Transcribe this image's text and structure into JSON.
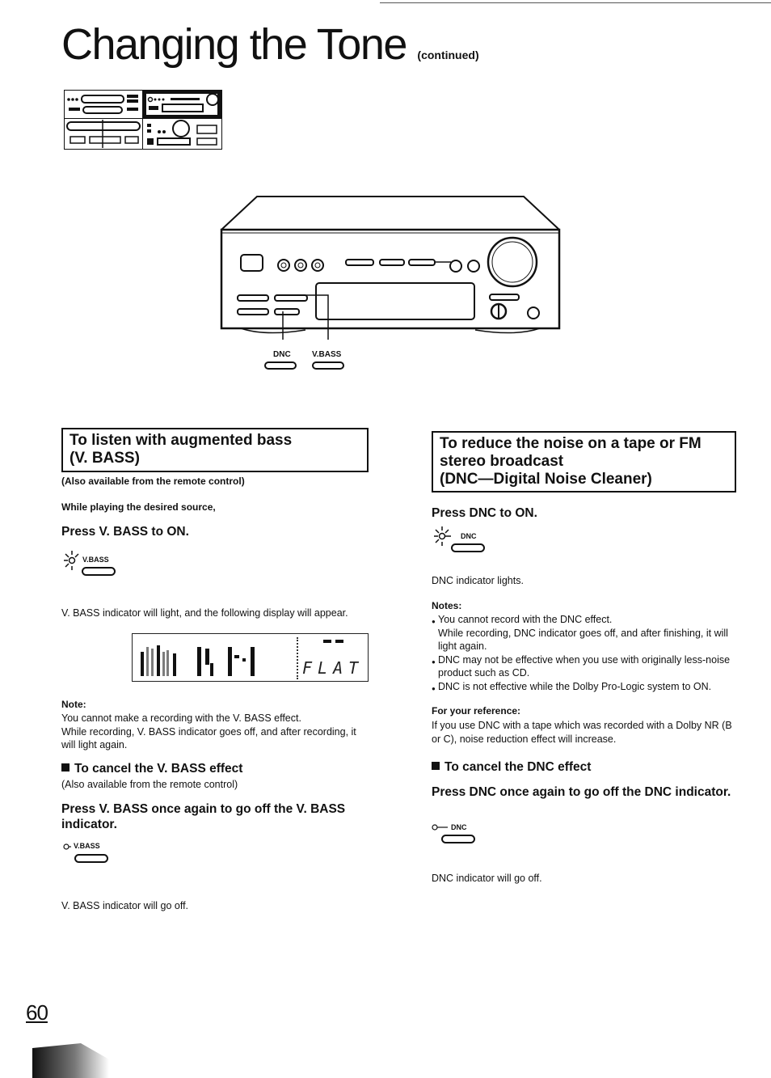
{
  "page": {
    "title": "Changing the Tone",
    "title_suffix": "(continued)",
    "page_number": "60"
  },
  "device": {
    "label_dnc": "DNC",
    "label_vbass": "V.BASS"
  },
  "left": {
    "heading_line1": "To listen with augmented bass",
    "heading_line2": "(V. BASS)",
    "remote_note": "(Also available from the remote control)",
    "while_playing": "While playing the desired source,",
    "step": "Press V. BASS to ON.",
    "button_label": "V.BASS",
    "indicator_text": "V. BASS indicator will light, and the following display will appear.",
    "lcd_flat": "FLAT",
    "note_title": "Note:",
    "note_line1": "You cannot make a recording with the V. BASS effect.",
    "note_line2": "While recording, V. BASS indicator goes off, and after recording, it will light again.",
    "cancel_heading": "To cancel the V. BASS effect",
    "cancel_remote": "(Also available from the remote control)",
    "cancel_step": "Press V. BASS once again to go off the V. BASS indicator.",
    "cancel_button_label": "V.BASS",
    "cancel_result": "V. BASS indicator will go off."
  },
  "right": {
    "heading_line1": "To reduce the noise on a tape or FM",
    "heading_line2": "stereo broadcast",
    "heading_line3": "(DNC—Digital Noise Cleaner)",
    "step": "Press DNC to ON.",
    "button_label": "DNC",
    "indicator_text": "DNC indicator lights.",
    "notes_title": "Notes:",
    "notes": [
      "You cannot record with the DNC effect.",
      "While recording, DNC indicator goes off, and after finishing, it will light again.",
      "DNC may not be effective when you use with originally less-noise product such as CD.",
      "DNC is not effective while the Dolby Pro-Logic system to ON."
    ],
    "ref_title": "For your reference:",
    "ref_text": "If you use DNC with a tape which was recorded with a Dolby NR (B or C), noise reduction effect will increase.",
    "cancel_heading": "To cancel the DNC effect",
    "cancel_step": "Press DNC once again to go off the DNC indicator.",
    "cancel_button_label": "DNC",
    "cancel_result": "DNC indicator will go off."
  }
}
